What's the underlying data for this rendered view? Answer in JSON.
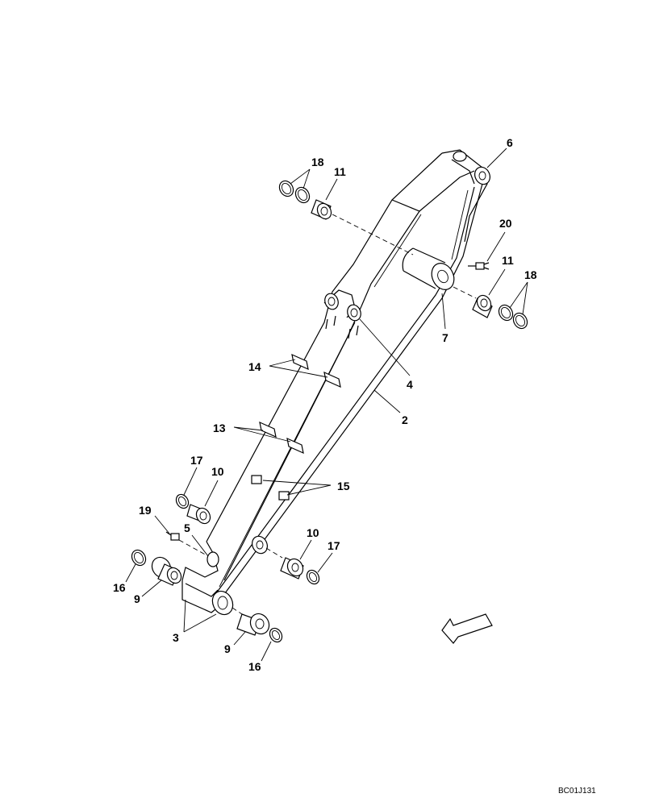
{
  "diagram": {
    "drawing_code": "BC01J131",
    "callouts": [
      {
        "id": "c18a",
        "text": "18"
      },
      {
        "id": "c11a",
        "text": "11"
      },
      {
        "id": "c6",
        "text": "6"
      },
      {
        "id": "c20",
        "text": "20"
      },
      {
        "id": "c11b",
        "text": "11"
      },
      {
        "id": "c18b",
        "text": "18"
      },
      {
        "id": "c7",
        "text": "7"
      },
      {
        "id": "c4",
        "text": "4"
      },
      {
        "id": "c14",
        "text": "14"
      },
      {
        "id": "c2",
        "text": "2"
      },
      {
        "id": "c13",
        "text": "13"
      },
      {
        "id": "c17a",
        "text": "17"
      },
      {
        "id": "c10a",
        "text": "10"
      },
      {
        "id": "c15",
        "text": "15"
      },
      {
        "id": "c19",
        "text": "19"
      },
      {
        "id": "c5",
        "text": "5"
      },
      {
        "id": "c10b",
        "text": "10"
      },
      {
        "id": "c17b",
        "text": "17"
      },
      {
        "id": "c16a",
        "text": "16"
      },
      {
        "id": "c9a",
        "text": "9"
      },
      {
        "id": "c3",
        "text": "3"
      },
      {
        "id": "c9b",
        "text": "9"
      },
      {
        "id": "c16b",
        "text": "16"
      }
    ]
  }
}
